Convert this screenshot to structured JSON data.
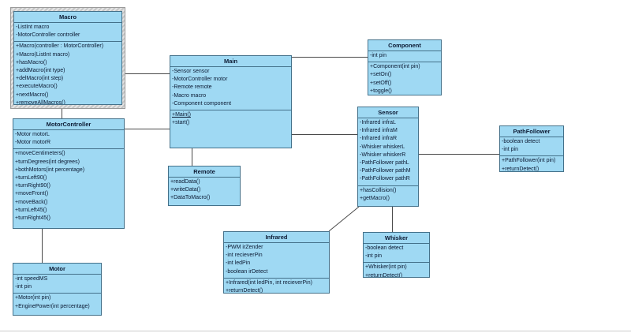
{
  "diagram": {
    "type": "uml-class-diagram",
    "colors": {
      "box_fill": "#9fd9f3",
      "box_border": "#44718a",
      "text": "#0c1a33",
      "connector": "#4a4a4a",
      "selection_frame": "#c6c6c6",
      "background": "#ffffff"
    }
  },
  "classes": {
    "macro": {
      "name": "Macro",
      "selected": true,
      "attributes": [
        "-ListInt macro",
        "-MotorController controller"
      ],
      "methods": [
        "+Macro(controller : MotorController)",
        "+Macro(ListInt macro)",
        "+hasMacro()",
        "+addMacro(int type)",
        "+delMacro(int step)",
        "+executeMacro()",
        "+nextMacro()",
        "+removeAllMacros()"
      ]
    },
    "motorcontroller": {
      "name": "MotorController",
      "attributes": [
        "-Motor motorL",
        "-Motor motorR"
      ],
      "methods": [
        "+moveCentimeters()",
        "+turnDegrees(int degrees)",
        "+bothMotors(int percentage)",
        "+turnLeft90()",
        "+turnRight90()",
        "+moveFront()",
        "+moveBack()",
        "+turnLeft45()",
        "+turnRight45()"
      ]
    },
    "motor": {
      "name": "Motor",
      "attributes": [
        "-int speedMS",
        "-int pin"
      ],
      "methods": [
        "+Motor(int pin)",
        "+EnginePower(int percentage)"
      ]
    },
    "main": {
      "name": "Main",
      "attributes": [
        "-Sensor sensor",
        "-MotorController motor",
        "-Remote remote",
        "-Macro macro",
        "-Component component"
      ],
      "methods": [
        {
          "text": "+Main()",
          "underline": true
        },
        "+start()"
      ]
    },
    "remote": {
      "name": "Remote",
      "attributes": [],
      "methods": [
        "+readData()",
        "+writeData()",
        "+DataToMacro()"
      ]
    },
    "component": {
      "name": "Component",
      "attributes": [
        "-int pin"
      ],
      "methods": [
        "+Component(int pin)",
        "+setOn()",
        "+setOff()",
        "+toggle()"
      ]
    },
    "sensor": {
      "name": "Sensor",
      "attributes": [
        "-Infrared infraL",
        "-Infrared infraM",
        "-Infrared infraR",
        "-Whisker whiskerL",
        "-Whisker whiskerR",
        "-PathFollower pathL",
        "-PathFollower pathM",
        "-PathFollower pathR"
      ],
      "methods": [
        "+hasCollision()",
        "+getMacro()"
      ]
    },
    "pathfollower": {
      "name": "PathFollower",
      "attributes": [
        "-boolean detect",
        "-int pin"
      ],
      "methods": [
        "+PathFollower(int pin)",
        "+returnDetect()"
      ]
    },
    "infrared": {
      "name": "Infrared",
      "attributes": [
        "-PWM irZender",
        "-int recieverPin",
        "-int ledPin",
        "-boolean irDetect"
      ],
      "methods": [
        "+Infrared(int ledPin, int recieverPin)",
        "+returnDetect()"
      ]
    },
    "whisker": {
      "name": "Whisker",
      "attributes": [
        "-boolean detect",
        "-int pin"
      ],
      "methods": [
        "+Whisker(int pin)",
        "+returnDetect()"
      ]
    }
  },
  "connectors": [
    {
      "from": "Macro",
      "to": "Main"
    },
    {
      "from": "Macro",
      "to": "MotorController"
    },
    {
      "from": "MotorController",
      "to": "Main"
    },
    {
      "from": "MotorController",
      "to": "Motor"
    },
    {
      "from": "Main",
      "to": "Remote"
    },
    {
      "from": "Main",
      "to": "Component"
    },
    {
      "from": "Main",
      "to": "Sensor"
    },
    {
      "from": "Sensor",
      "to": "PathFollower"
    },
    {
      "from": "Sensor",
      "to": "Whisker"
    },
    {
      "from": "Sensor",
      "to": "Infrared"
    }
  ]
}
